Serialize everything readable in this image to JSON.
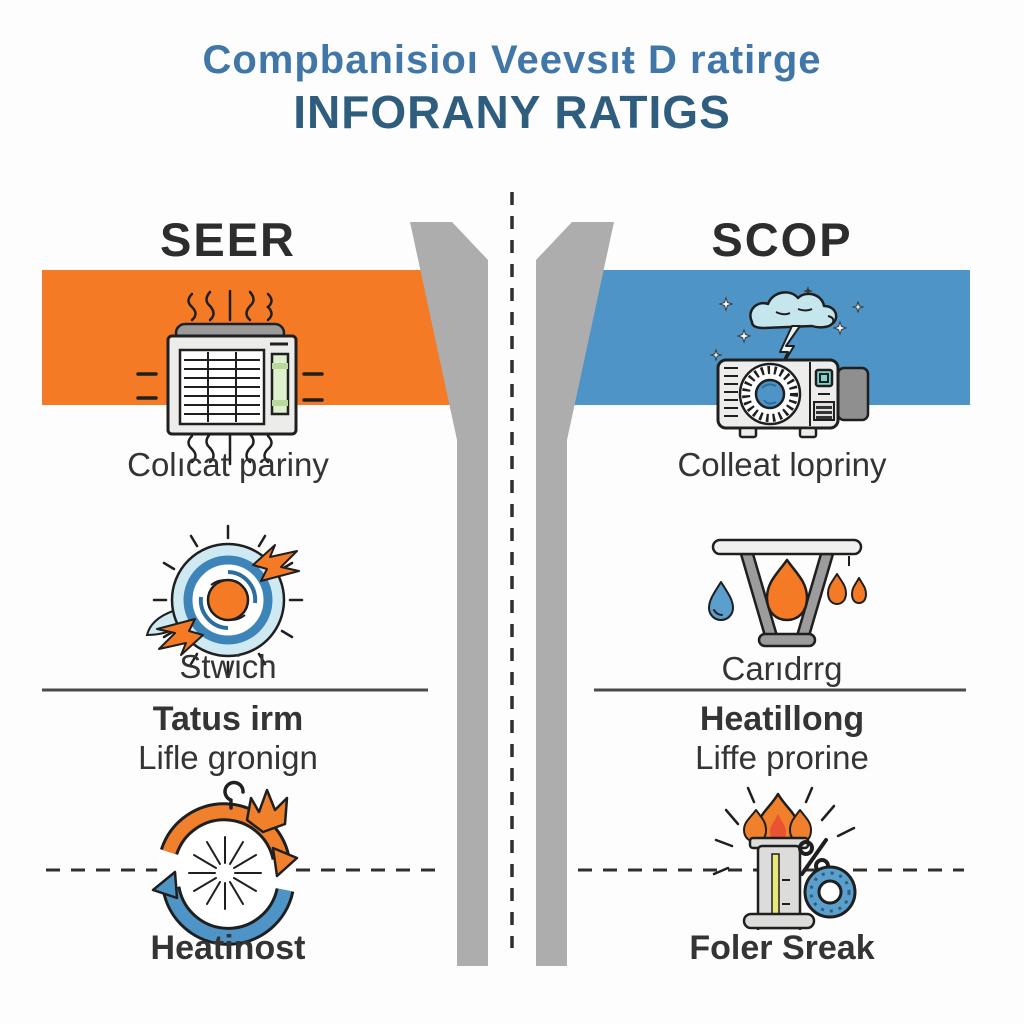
{
  "title": {
    "line1": "Compbanisioı Veevsıŧ D ratirge",
    "line2": "INFORANY RATIGS"
  },
  "left_column": {
    "header": "SEER",
    "banner_color": "#F47A25",
    "caption1": "Colıcat pariny",
    "caption2": "Stwich",
    "heading": "Tatus irm",
    "subheading": "Lifle gronign",
    "caption3": "Heatinost",
    "icons": [
      "air-conditioner-icon",
      "fan-swirl-icon",
      "energy-cycle-icon"
    ]
  },
  "right_column": {
    "header": "SCOP",
    "banner_color": "#4E94C6",
    "caption1": "Colleat lopriny",
    "caption2": "Carıdrrg",
    "heading": "Heatillong",
    "subheading": "Liffe prorine",
    "caption3": "Foler Sreak",
    "icons": [
      "heat-pump-storm-icon",
      "heating-stand-flame-icon",
      "burning-gauge-icon"
    ]
  },
  "colors": {
    "orange_accent": "#F47A25",
    "blue_accent": "#4E94C6",
    "pillar_gray": "#ADADAD",
    "title_primary": "#4077A8",
    "title_secondary": "#2E5D7E",
    "text_dark": "#2D2D2D"
  }
}
